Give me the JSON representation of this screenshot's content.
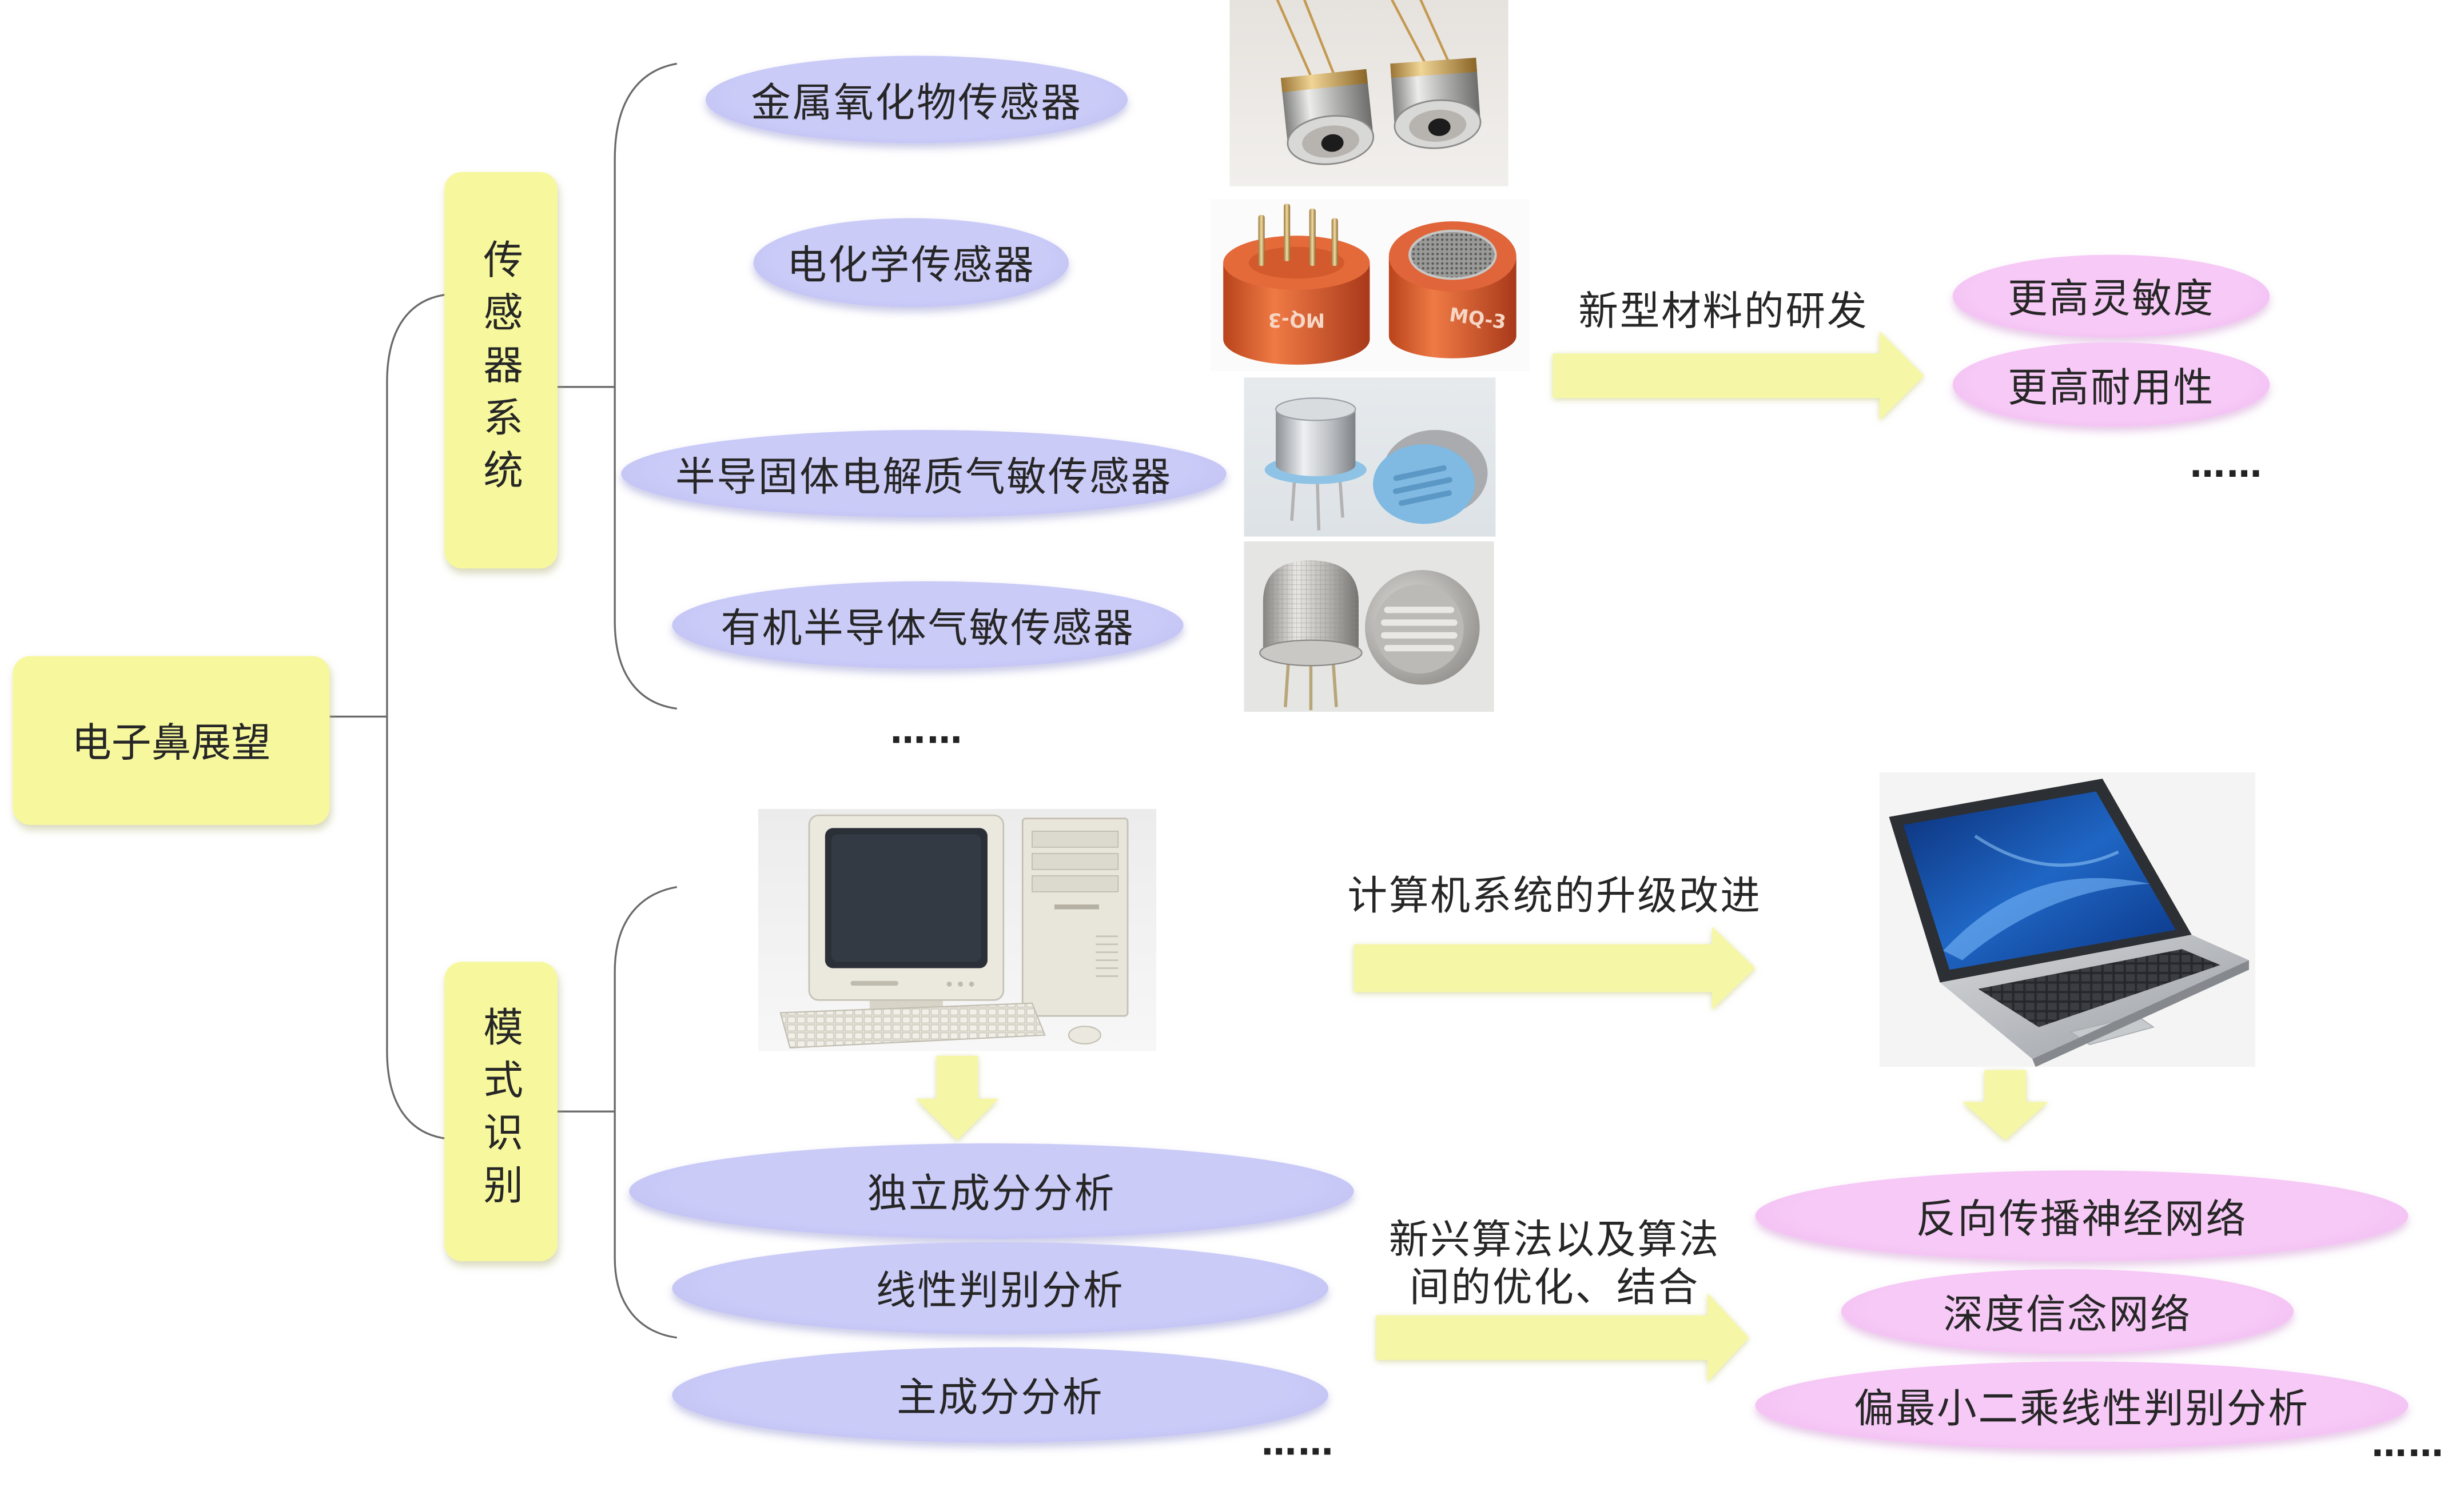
{
  "root": {
    "label": "电子鼻展望"
  },
  "sensor_system": {
    "label": "传感器系统",
    "types": [
      "金属氧化物传感器",
      "电化学传感器",
      "半导固体电解质气敏传感器",
      "有机半导体气敏传感器"
    ],
    "more": "……",
    "development": "新型材料的研发",
    "goals": [
      "更高灵敏度",
      "更高耐用性"
    ],
    "goals_more": "……"
  },
  "pattern_recognition": {
    "label": "模式识别",
    "methods": [
      "独立成分分析",
      "线性判别分析",
      "主成分分析"
    ],
    "more": "……",
    "upgrade": "计算机系统的升级改进",
    "algorithm_development": [
      "新兴算法以及算法",
      "间的优化、结合"
    ],
    "new_methods": [
      "反向传播神经网络",
      "深度信念网络",
      "偏最小二乘线性判别分析"
    ],
    "new_methods_more": "……"
  },
  "photos": {
    "icons": [
      "metal-oxide-sensor-photo",
      "electrochemical-sensor-photo",
      "solid-electrolyte-sensor-photo",
      "organic-semiconductor-sensor-photo",
      "desktop-computer-photo",
      "laptop-computer-photo"
    ],
    "mq_marking": "MQ-3"
  },
  "colors": {
    "node_yellow": "#f7f89d",
    "oval_blue": "#cbcbf8",
    "oval_pink": "#f6c9f6",
    "arrow_yellow": "#f5f7a6",
    "connector": "#6a6a6a"
  }
}
